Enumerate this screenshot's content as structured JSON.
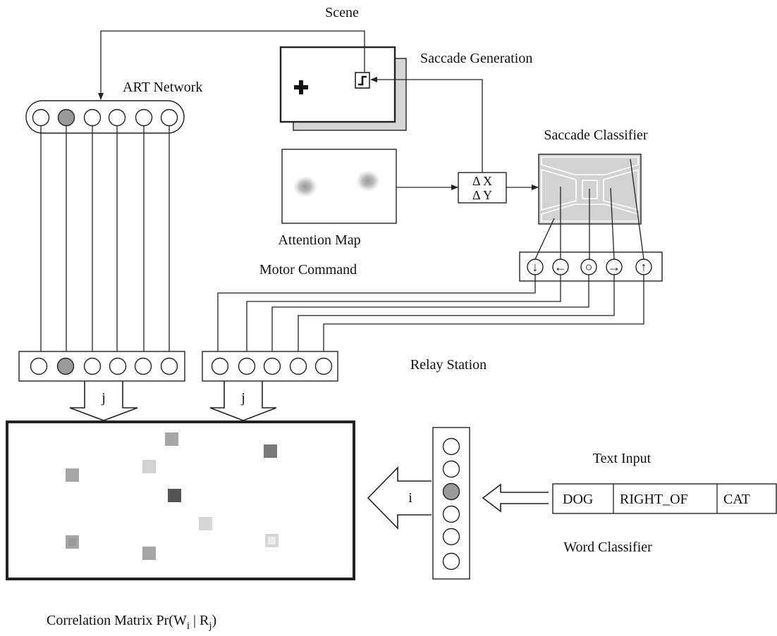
{
  "labels": {
    "scene": "Scene",
    "saccade_generation": "Saccade Generation",
    "art_network": "ART Network",
    "saccade_classifier": "Saccade Classifier",
    "attention_map": "Attention Map",
    "motor_command": "Motor Command",
    "relay_station": "Relay Station",
    "text_input": "Text Input",
    "word_classifier": "Word Classifier",
    "correlation_prefix": "Correlation Matrix Pr(W",
    "correlation_i": "i",
    "correlation_mid": " | R",
    "correlation_j": "j",
    "correlation_suffix": ")"
  },
  "delta": {
    "x": "Δ X",
    "y": "Δ Y"
  },
  "arrow_labels": {
    "art_to_matrix": "j",
    "relay_to_matrix": "j",
    "word_to_matrix": "i"
  },
  "motor_arrows": [
    "↓",
    "←",
    "○",
    "→",
    "↑"
  ],
  "text_input_cells": [
    "DOG",
    "RIGHT_OF",
    "CAT"
  ],
  "art_network": {
    "node_count": 6,
    "active_index": 1
  },
  "relay_station": {
    "art_node_count": 6,
    "art_active_index": 1,
    "motor_node_count": 5
  },
  "word_classifier": {
    "node_count": 6,
    "active_index": 2
  },
  "colors": {
    "active_node": "#9a9a9a",
    "classifier_fill": "#d2d2d2",
    "scene_shadow": "#d6d6d6",
    "matrix_cells": [
      "#a6a6a6",
      "#7a7a7a",
      "#a6a6a6",
      "#d2d2d2",
      "#555555",
      "#d6d6d6",
      "#a6a6a6",
      "#a6a6a6",
      "#d6d6d6"
    ]
  }
}
